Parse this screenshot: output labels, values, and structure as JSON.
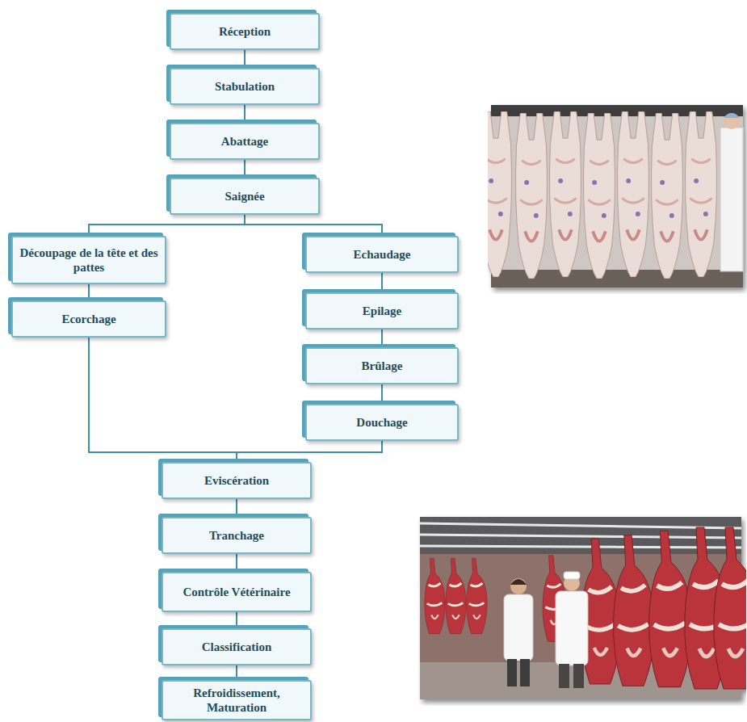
{
  "diagram": {
    "nodes": [
      {
        "text": [
          "Réception"
        ]
      },
      {
        "text": [
          "Stabulation"
        ]
      },
      {
        "text": [
          "Abattage"
        ]
      },
      {
        "text": [
          "Saignée"
        ]
      },
      {
        "text": [
          "Découpage de la tête et des pattes"
        ]
      },
      {
        "text": [
          "Ecorchage"
        ]
      },
      {
        "text": [
          "Echaudage"
        ]
      },
      {
        "text": [
          "Epilage"
        ]
      },
      {
        "text": [
          "Brûlage"
        ]
      },
      {
        "text": [
          "Douchage"
        ]
      },
      {
        "text": [
          "Eviscération"
        ]
      },
      {
        "text": [
          "Tranchage"
        ]
      },
      {
        "text": [
          "Contrôle Vétérinaire"
        ]
      },
      {
        "text": [
          "Classification"
        ]
      },
      {
        "text": [
          "Refroidissement, Maturation"
        ]
      }
    ],
    "edges": [
      {
        "from": 0,
        "to": 1,
        "arrow": "none"
      },
      {
        "from": 1,
        "to": 2,
        "arrow": "none"
      },
      {
        "from": 2,
        "to": 3,
        "arrow": "none"
      },
      {
        "from": 3,
        "to": 4,
        "arrow": "none"
      },
      {
        "from": 3,
        "to": 6,
        "arrow": "none"
      },
      {
        "from": 4,
        "to": 5,
        "arrow": "none"
      },
      {
        "from": 6,
        "to": 7,
        "arrow": "none"
      },
      {
        "from": 7,
        "to": 8,
        "arrow": "none"
      },
      {
        "from": 8,
        "to": 9,
        "arrow": "none"
      },
      {
        "from": 5,
        "to": 10,
        "arrow": "none"
      },
      {
        "from": 9,
        "to": 10,
        "arrow": "none"
      },
      {
        "from": 10,
        "to": 11,
        "arrow": "none"
      },
      {
        "from": 11,
        "to": 12,
        "arrow": "none"
      },
      {
        "from": 12,
        "to": 13,
        "arrow": "none"
      },
      {
        "from": 13,
        "to": 14,
        "arrow": "none"
      }
    ]
  }
}
